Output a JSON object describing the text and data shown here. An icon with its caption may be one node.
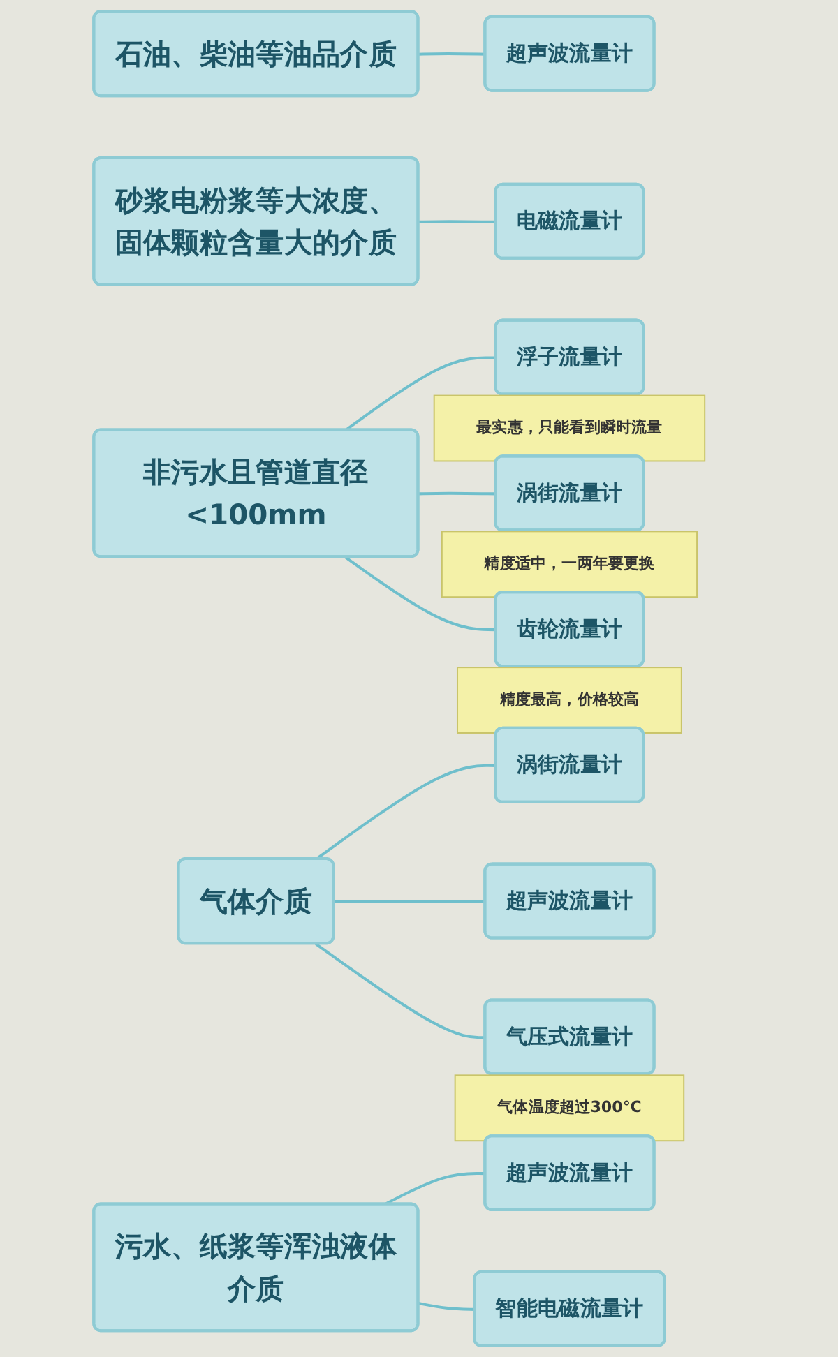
{
  "diagram": {
    "nodes": [
      {
        "text": [
          "石油、柴油等油品介质"
        ]
      },
      {
        "text": [
          "超声波流量计"
        ]
      },
      {
        "text": [
          "砂浆电粉浆等大浓度、固体颗粒含量大的介质"
        ]
      },
      {
        "text": [
          "电磁流量计"
        ]
      },
      {
        "text": [
          "非污水且管道直径<100mm"
        ]
      },
      {
        "text": [
          "浮子流量计"
        ],
        "beside": [
          "最实惠，只能看到瞬时流量"
        ]
      },
      {
        "text": [
          "涡街流量计"
        ],
        "beside": [
          "精度适中，一两年要更换"
        ]
      },
      {
        "text": [
          "齿轮流量计"
        ],
        "beside": [
          "精度最高，价格较高"
        ]
      },
      {
        "text": [
          "气体介质"
        ]
      },
      {
        "text": [
          "涡街流量计"
        ]
      },
      {
        "text": [
          "超声波流量计"
        ]
      },
      {
        "text": [
          "气压式流量计"
        ],
        "beside": [
          "气体温度超过300℃"
        ]
      },
      {
        "text": [
          "污水、纸浆等浑浊液体介质"
        ]
      },
      {
        "text": [
          "超声波流量计"
        ]
      },
      {
        "text": [
          "智能电磁流量计"
        ]
      }
    ],
    "edges": [
      {
        "from": 0,
        "to": 1,
        "arrow": "none"
      },
      {
        "from": 2,
        "to": 3,
        "arrow": "none"
      },
      {
        "from": 4,
        "to": 5,
        "arrow": "none"
      },
      {
        "from": 4,
        "to": 6,
        "arrow": "none"
      },
      {
        "from": 4,
        "to": 7,
        "arrow": "none"
      },
      {
        "from": 8,
        "to": 9,
        "arrow": "none"
      },
      {
        "from": 8,
        "to": 10,
        "arrow": "none"
      },
      {
        "from": 8,
        "to": 11,
        "arrow": "none"
      },
      {
        "from": 12,
        "to": 13,
        "arrow": "none"
      },
      {
        "from": 12,
        "to": 14,
        "arrow": "none"
      }
    ]
  }
}
